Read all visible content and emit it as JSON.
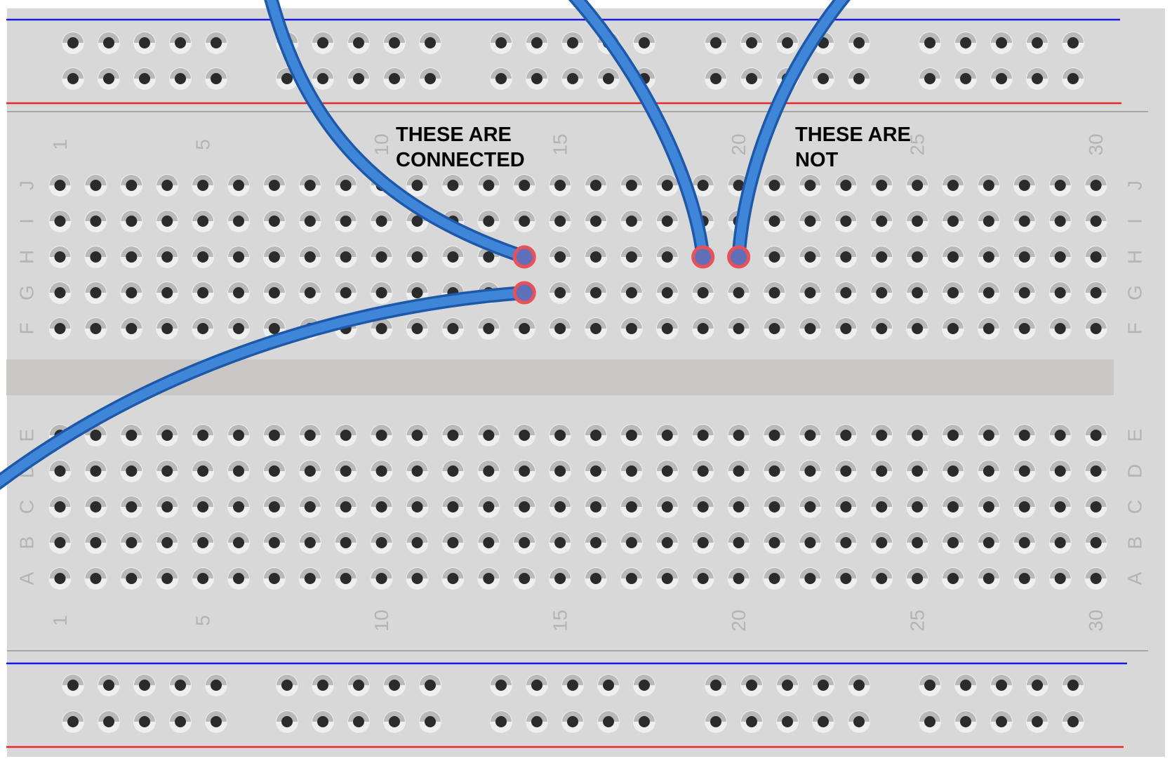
{
  "board": {
    "colors": {
      "body": "#d8d8d8",
      "channel": "#cac8c6",
      "hole_ring": "#efefef",
      "hole_shadow": "#b9b9b9",
      "hole": "#2b2b2b",
      "rail_negative": "#1a1ae6",
      "rail_positive": "#e62a2a",
      "divider": "#a8a8a8",
      "label": "#b4b4b4",
      "wire": "#3f86d8",
      "wire_edge": "#1e58a8",
      "highlight": "#e8505a"
    },
    "columns": [
      "1",
      "2",
      "3",
      "4",
      "5",
      "6",
      "7",
      "8",
      "9",
      "10",
      "11",
      "12",
      "13",
      "14",
      "15",
      "16",
      "17",
      "18",
      "19",
      "20",
      "21",
      "22",
      "23",
      "24",
      "25",
      "26",
      "27",
      "28",
      "29",
      "30"
    ],
    "column_labels": [
      "1",
      "5",
      "10",
      "15",
      "20",
      "25",
      "30"
    ],
    "rows_top": [
      "J",
      "I",
      "H",
      "G",
      "F"
    ],
    "rows_bottom": [
      "E",
      "D",
      "C",
      "B",
      "A"
    ],
    "power_rail_groups": 5,
    "power_rail_holes_per_group": 5,
    "highlighted_holes": [
      "H14",
      "G14",
      "H19",
      "H20"
    ],
    "wires": [
      {
        "name": "wire-to-h14",
        "end": "H14"
      },
      {
        "name": "wire-to-g14",
        "end": "G14"
      },
      {
        "name": "wire-to-h19",
        "end": "H19"
      },
      {
        "name": "wire-to-h20",
        "end": "H20"
      }
    ]
  },
  "annotations": {
    "connected": {
      "line1": "THESE ARE",
      "line2": "CONNECTED"
    },
    "not_connected": {
      "line1": "THESE ARE",
      "line2": "NOT"
    }
  }
}
